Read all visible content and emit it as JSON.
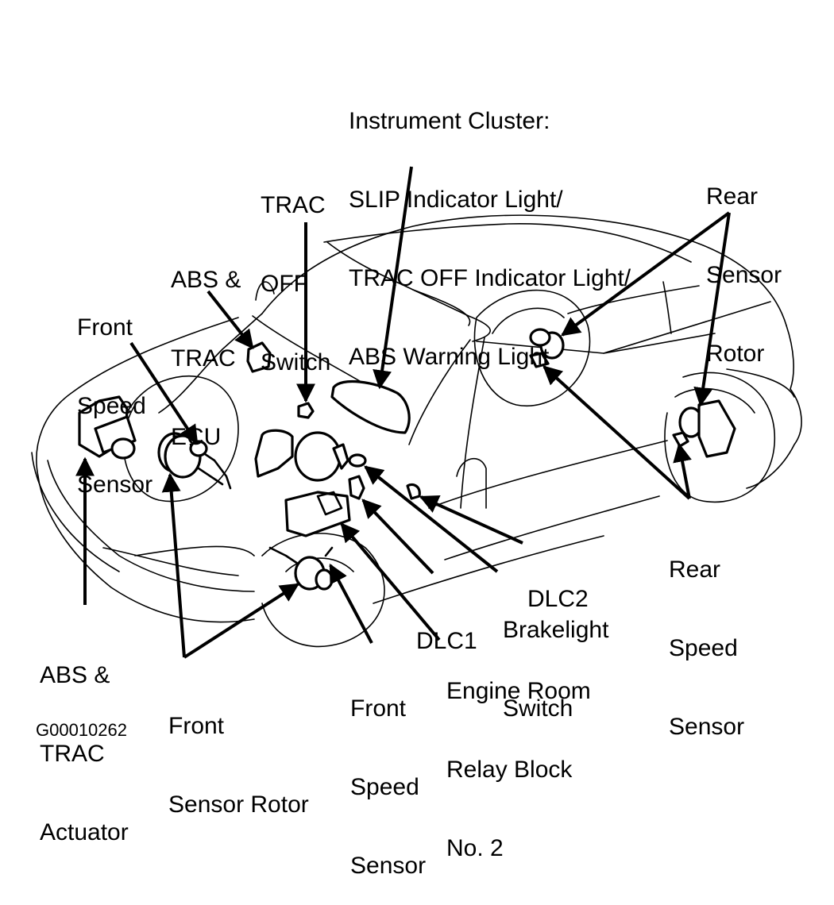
{
  "figure_id": "G00010262",
  "colors": {
    "line": "#000000",
    "background": "#ffffff"
  },
  "labels": {
    "instrument_cluster": [
      "Instrument Cluster:",
      "SLIP Indicator Light/",
      "TRAC OFF Indicator Light/",
      "ABS Warning Light"
    ],
    "trac_off_switch": [
      "TRAC",
      "OFF",
      "Switch"
    ],
    "abs_trac_ecu": [
      "ABS &",
      "TRAC",
      "ECU"
    ],
    "front_speed_sensor_left": [
      "Front",
      "Speed",
      "Sensor"
    ],
    "rear_sensor_rotor": [
      "Rear",
      "Sensor",
      "Rotor"
    ],
    "rear_speed_sensor": [
      "Rear",
      "Speed",
      "Sensor"
    ],
    "dlc2": [
      "DLC2"
    ],
    "brakelight_switch": [
      "Brakelight",
      "Switch"
    ],
    "dlc1": [
      "DLC1"
    ],
    "engine_room_relay_block": [
      "Engine Room",
      "Relay Block",
      "No. 2"
    ],
    "front_speed_sensor_bottom": [
      "Front",
      "Speed",
      "Sensor"
    ],
    "front_sensor_rotor": [
      "Front",
      "Sensor Rotor"
    ],
    "abs_trac_actuator": [
      "ABS &",
      "TRAC",
      "Actuator"
    ]
  }
}
